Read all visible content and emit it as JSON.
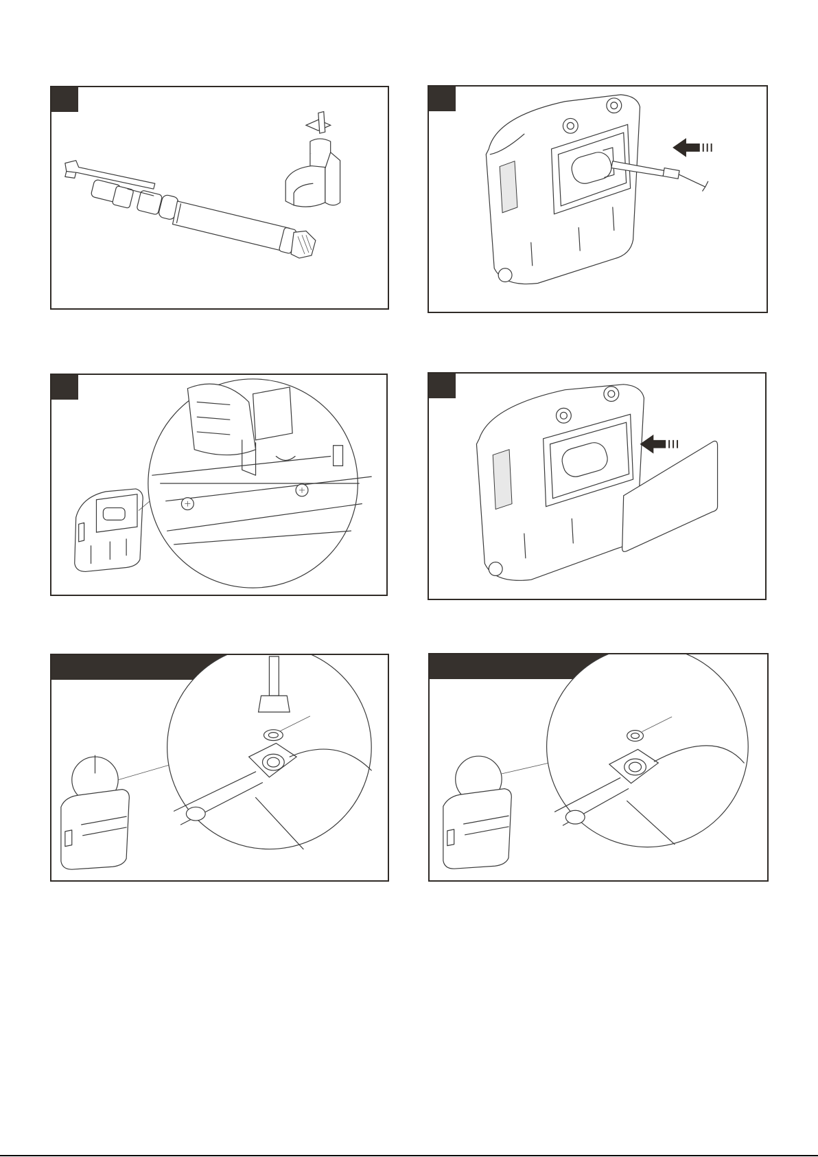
{
  "panels": [
    {
      "id": "1",
      "step_label": "",
      "illustration": "tool-and-faucet"
    },
    {
      "id": "2",
      "step_label": "",
      "illustration": "insert-hose-into-cistern"
    },
    {
      "id": "3",
      "step_label": "",
      "illustration": "valve-detail-zoom"
    },
    {
      "id": "4",
      "step_label": "",
      "illustration": "install-cover-plate"
    },
    {
      "id": "5",
      "title": "",
      "illustration": "top-inlet-with-tool-zoom"
    },
    {
      "id": "6",
      "title": "",
      "illustration": "top-inlet-zoom"
    }
  ],
  "colors": {
    "frame": "#2f2a26",
    "tag": "#36312d",
    "line": "#3a3a3a",
    "background": "#ffffff"
  }
}
